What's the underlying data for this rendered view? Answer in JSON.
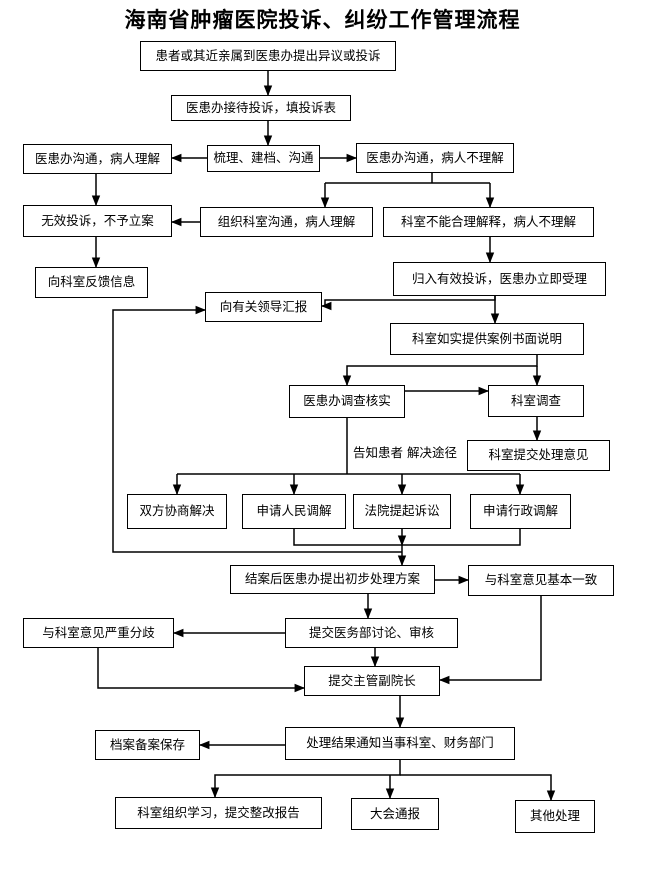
{
  "title": "海南省肿瘤医院投诉、纠纷工作管理流程",
  "nodes": {
    "n1": "患者或其近亲属到医患办提出异议或投诉",
    "n2": "医患办接待投诉，填投诉表",
    "n3": "梳理、建档、沟通",
    "n4": "医患办沟通，病人理解",
    "n5": "医患办沟通，病人不理解",
    "n6": "无效投诉，不予立案",
    "n7": "组织科室沟通，病人理解",
    "n8": "科室不能合理解释，病人不理解",
    "n9": "向科室反馈信息",
    "n10": "归入有效投诉，医患办立即受理",
    "n11": "向有关领导汇报",
    "n12": "科室如实提供案例书面说明",
    "n13": "医患办调查核实",
    "n14": "科室调查",
    "n15": "科室提交处理意见",
    "n16": "双方协商解决",
    "n17": "申请人民调解",
    "n18": "法院提起诉讼",
    "n19": "申请行政调解",
    "n20": "结案后医患办提出初步处理方案",
    "n21": "与科室意见基本一致",
    "n22": "与科室意见严重分歧",
    "n23": "提交医务部讨论、审核",
    "n24": "提交主管副院长",
    "n25": "处理结果通知当事科室、财务部门",
    "n26": "档案备案保存",
    "n27": "科室组织学习，提交整改报告",
    "n28": "大会通报",
    "n29": "其他处理"
  },
  "edge_label": "告知患者 解决途径"
}
